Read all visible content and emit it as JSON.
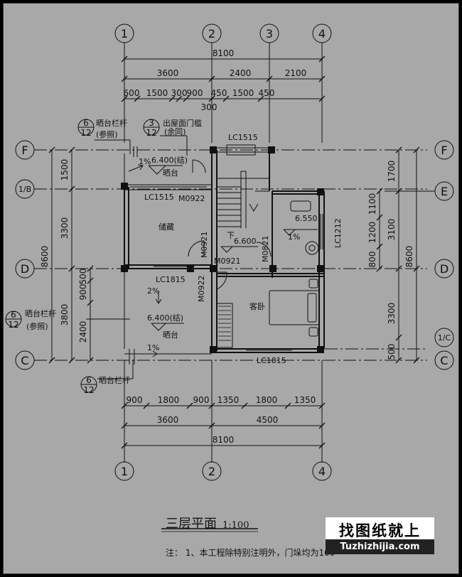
{
  "axes": {
    "top": [
      "1",
      "2",
      "3",
      "4"
    ],
    "bottom": [
      "1",
      "2",
      "4"
    ],
    "left": [
      "F",
      "1/B",
      "D",
      "C"
    ],
    "right": [
      "F",
      "E",
      "D",
      "1/C",
      "C"
    ]
  },
  "dims": {
    "top_total": "8100",
    "top_row1": [
      "3600",
      "2400",
      "2100"
    ],
    "top_row2": [
      "600",
      "1500",
      "300",
      "900",
      "450",
      "1500",
      "450"
    ],
    "top_300": "300",
    "left_total": "8600",
    "left_row": [
      "1500",
      "3300",
      "3800"
    ],
    "left_inner": [
      "500",
      "900",
      "2400"
    ],
    "right_total": "8600",
    "right_row": [
      "3100",
      "3300"
    ],
    "right_inner": [
      "1700",
      "1100",
      "1200",
      "800",
      "500"
    ],
    "bottom_row1": [
      "900",
      "1800",
      "900",
      "1350",
      "1800",
      "1350"
    ],
    "bottom_row2": [
      "3600",
      "4500"
    ],
    "bottom_total": "8100"
  },
  "callouts": {
    "c1_num": "6",
    "c1_den": "12",
    "c1_text": "晒台栏杆",
    "c1_sub": "(参照)",
    "c2_num": "3",
    "c2_den": "12",
    "c2_text": "出屋面门槛",
    "c2_sub": "(余同)",
    "c3_num": "6",
    "c3_den": "12",
    "c3_text": "晒台栏杆",
    "c3_sub": "(参照)",
    "c4_num": "6",
    "c4_den": "12",
    "c4_text": "晒台栏杆"
  },
  "labels": {
    "lc1515_top": "LC1515",
    "lc1515_left": "LC1515",
    "m0922_a": "M0922",
    "pct1": "1%",
    "elev1": "6.400(结)",
    "shaitai1": "晒台",
    "storage": "储藏",
    "m0921": "M0921",
    "m0921_v": "M0921",
    "m0821": "M0821",
    "down": "下",
    "elev_stair": "6.600",
    "elev_wc": "6.550",
    "pct_wc": "1%",
    "lc1212": "LC1212",
    "lc1815_a": "LC1815",
    "m0922_b": "M0922",
    "pct2": "2%",
    "elev2": "6.400(结)",
    "shaitai2": "晒台",
    "bedroom": "客卧",
    "pct3": "1%",
    "lc1815_b": "LC1815"
  },
  "title": {
    "text": "三层平面",
    "scale": "1:100"
  },
  "note": "注： 1、本工程除特别注明外，门垛均为100",
  "watermark": {
    "line1": "找图纸就上",
    "line2": "Tuzhizhijia.com"
  }
}
